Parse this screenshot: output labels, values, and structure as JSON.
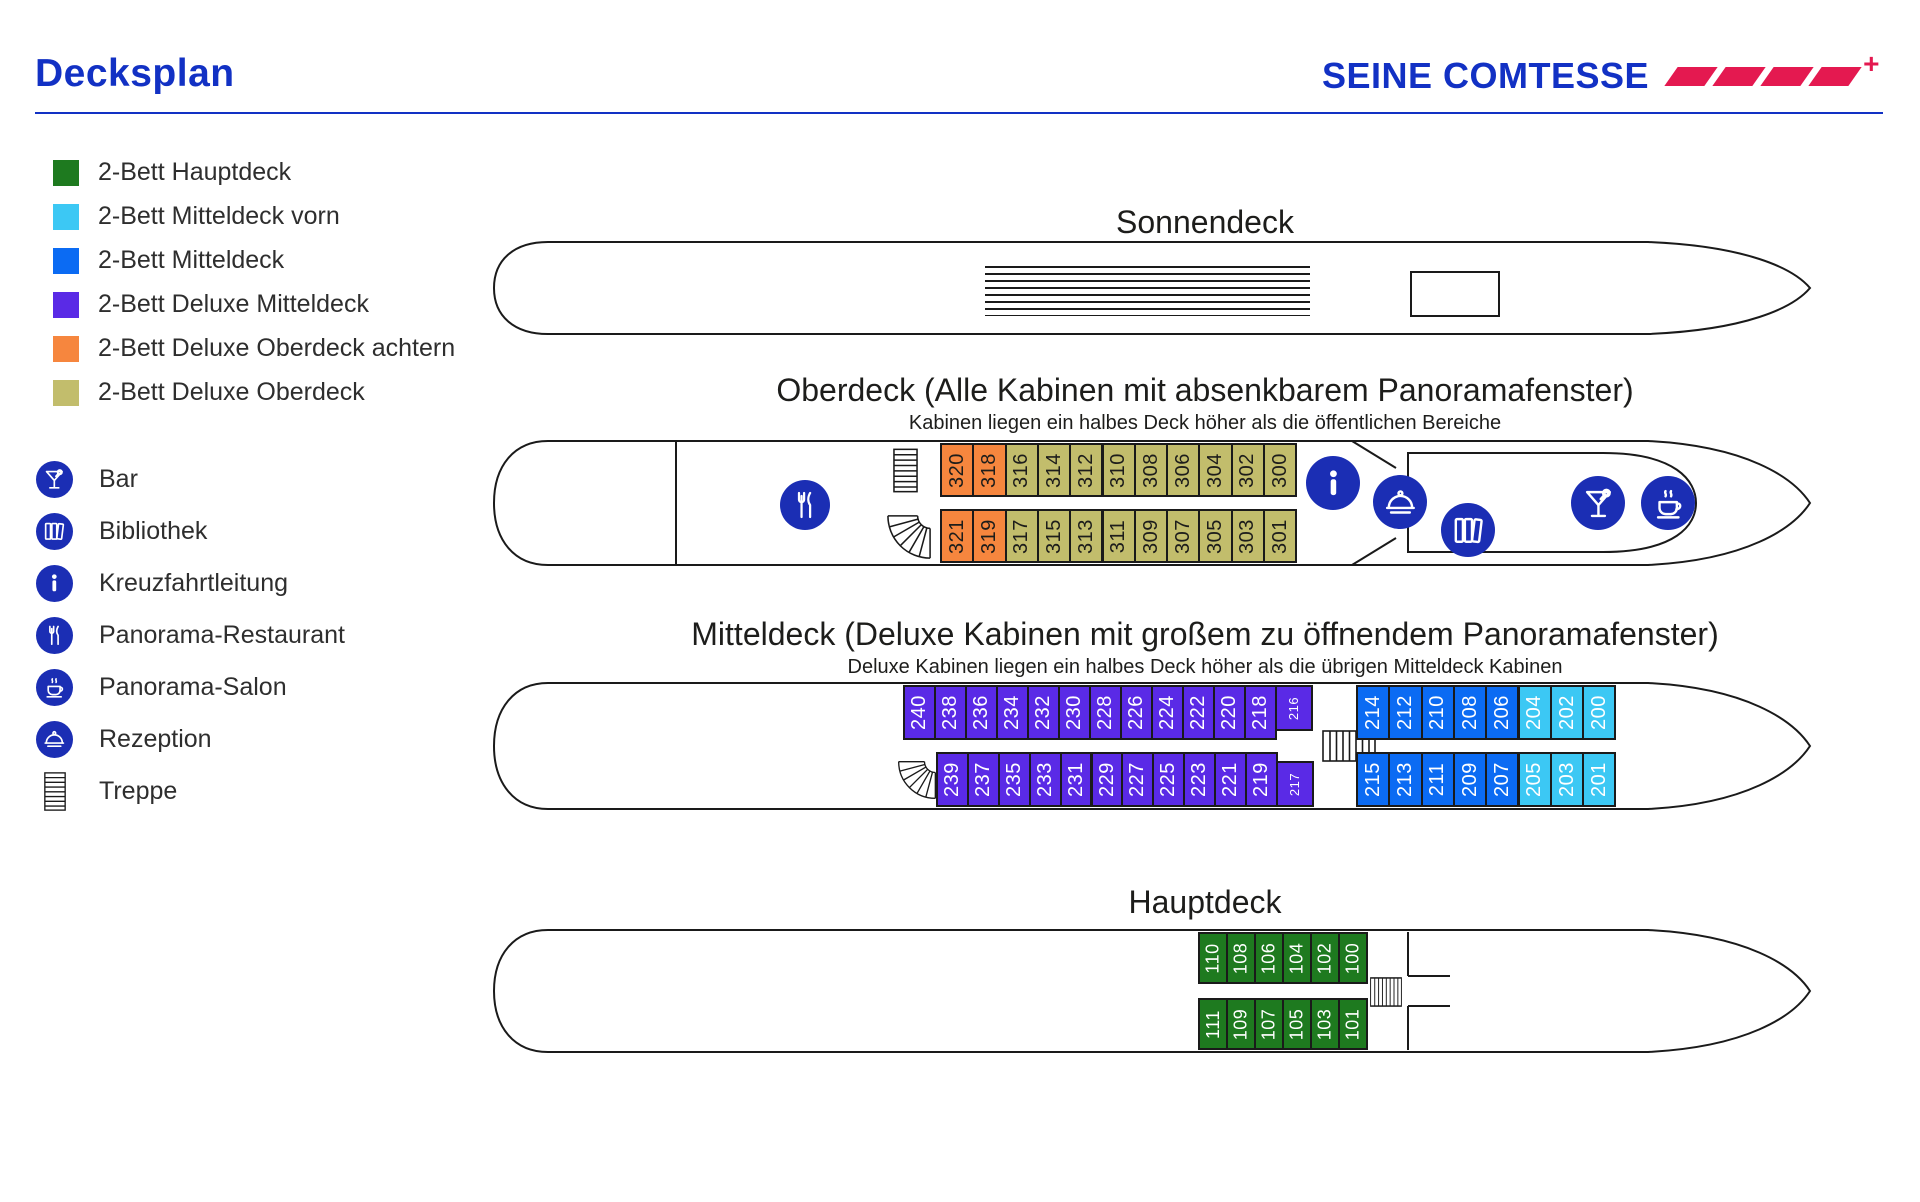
{
  "header": {
    "title": "Decksplan",
    "brand": "SEINE COMTESSE",
    "brand_plus": "+"
  },
  "colors": {
    "header_blue": "#1231c4",
    "brand_red": "#e41950",
    "facility_blue": "#1b2eb4",
    "hauptdeck": "#1e7a1f",
    "mitteldeck_vorn": "#3cc8f4",
    "mitteldeck": "#0b6bf3",
    "deluxe_mitteldeck": "#5a2ae6",
    "deluxe_oberdeck_achtern": "#f6863e",
    "deluxe_oberdeck": "#c2bd6c"
  },
  "legend": {
    "cabin_types": [
      {
        "label": "2-Bett Hauptdeck",
        "type": "hauptdeck"
      },
      {
        "label": "2-Bett Mitteldeck vorn",
        "type": "mitteldeck_vorn"
      },
      {
        "label": "2-Bett Mitteldeck",
        "type": "mitteldeck"
      },
      {
        "label": "2-Bett Deluxe Mitteldeck",
        "type": "deluxe_mitteldeck"
      },
      {
        "label": "2-Bett Deluxe Oberdeck achtern",
        "type": "deluxe_oberdeck_achtern"
      },
      {
        "label": "2-Bett Deluxe Oberdeck",
        "type": "deluxe_oberdeck"
      }
    ],
    "facilities": [
      {
        "label": "Bar",
        "icon": "martini"
      },
      {
        "label": "Bibliothek",
        "icon": "books"
      },
      {
        "label": "Kreuzfahrtleitung",
        "icon": "info"
      },
      {
        "label": "Panorama-Restaurant",
        "icon": "cutlery"
      },
      {
        "label": "Panorama-Salon",
        "icon": "coffee"
      },
      {
        "label": "Rezeption",
        "icon": "cloche"
      },
      {
        "label": "Treppe",
        "icon": "stairs"
      }
    ]
  },
  "decks": {
    "sonnendeck": {
      "title": "Sonnendeck"
    },
    "oberdeck": {
      "title": "Oberdeck (Alle Kabinen mit absenkbarem Panoramafenster)",
      "subtitle": "Kabinen liegen ein halbes Deck höher als die öffentlichen Bereiche",
      "rows": [
        {
          "id": "top",
          "type": "deluxe_oberdeck",
          "cabins": [
            {
              "n": "320",
              "t": "deluxe_oberdeck_achtern"
            },
            {
              "n": "318",
              "t": "deluxe_oberdeck_achtern"
            },
            "316",
            "314",
            "312",
            "310",
            "308",
            "306",
            "304",
            "302",
            "300"
          ]
        },
        {
          "id": "bottom",
          "type": "deluxe_oberdeck",
          "cabins": [
            {
              "n": "321",
              "t": "deluxe_oberdeck_achtern"
            },
            {
              "n": "319",
              "t": "deluxe_oberdeck_achtern"
            },
            "317",
            "315",
            "313",
            "311",
            "309",
            "307",
            "305",
            "303",
            "301"
          ]
        }
      ]
    },
    "mitteldeck": {
      "title": "Mitteldeck (Deluxe Kabinen mit großem zu öffnendem Panoramafenster)",
      "subtitle": "Deluxe Kabinen liegen ein halbes Deck höher als die übrigen Mitteldeck Kabinen",
      "rows": [
        {
          "id": "aft_top",
          "type": "deluxe_mitteldeck",
          "cabins": [
            "240",
            "238",
            "236",
            "234",
            "232",
            "230",
            "228",
            "226",
            "224",
            "222",
            "220",
            "218",
            {
              "n": "216",
              "small": true
            }
          ]
        },
        {
          "id": "aft_bottom",
          "type": "deluxe_mitteldeck",
          "cabins": [
            "239",
            "237",
            "235",
            "233",
            "231",
            "229",
            "227",
            "225",
            "223",
            "221",
            "219",
            {
              "n": "217",
              "small": true
            }
          ]
        },
        {
          "id": "fore_top",
          "type": "mitteldeck",
          "cabins": [
            "214",
            "212",
            "210",
            "208",
            "206",
            {
              "n": "204",
              "t": "mitteldeck_vorn"
            },
            {
              "n": "202",
              "t": "mitteldeck_vorn"
            },
            {
              "n": "200",
              "t": "mitteldeck_vorn"
            }
          ]
        },
        {
          "id": "fore_bottom",
          "type": "mitteldeck",
          "cabins": [
            "215",
            "213",
            "211",
            "209",
            "207",
            {
              "n": "205",
              "t": "mitteldeck_vorn"
            },
            {
              "n": "203",
              "t": "mitteldeck_vorn"
            },
            {
              "n": "201",
              "t": "mitteldeck_vorn"
            }
          ]
        }
      ]
    },
    "hauptdeck": {
      "title": "Hauptdeck",
      "rows": [
        {
          "id": "top",
          "type": "hauptdeck",
          "cabins": [
            "110",
            "108",
            "106",
            "104",
            "102",
            "100"
          ]
        },
        {
          "id": "bottom",
          "type": "hauptdeck",
          "cabins": [
            "111",
            "109",
            "107",
            "105",
            "103",
            "101"
          ]
        }
      ]
    }
  }
}
